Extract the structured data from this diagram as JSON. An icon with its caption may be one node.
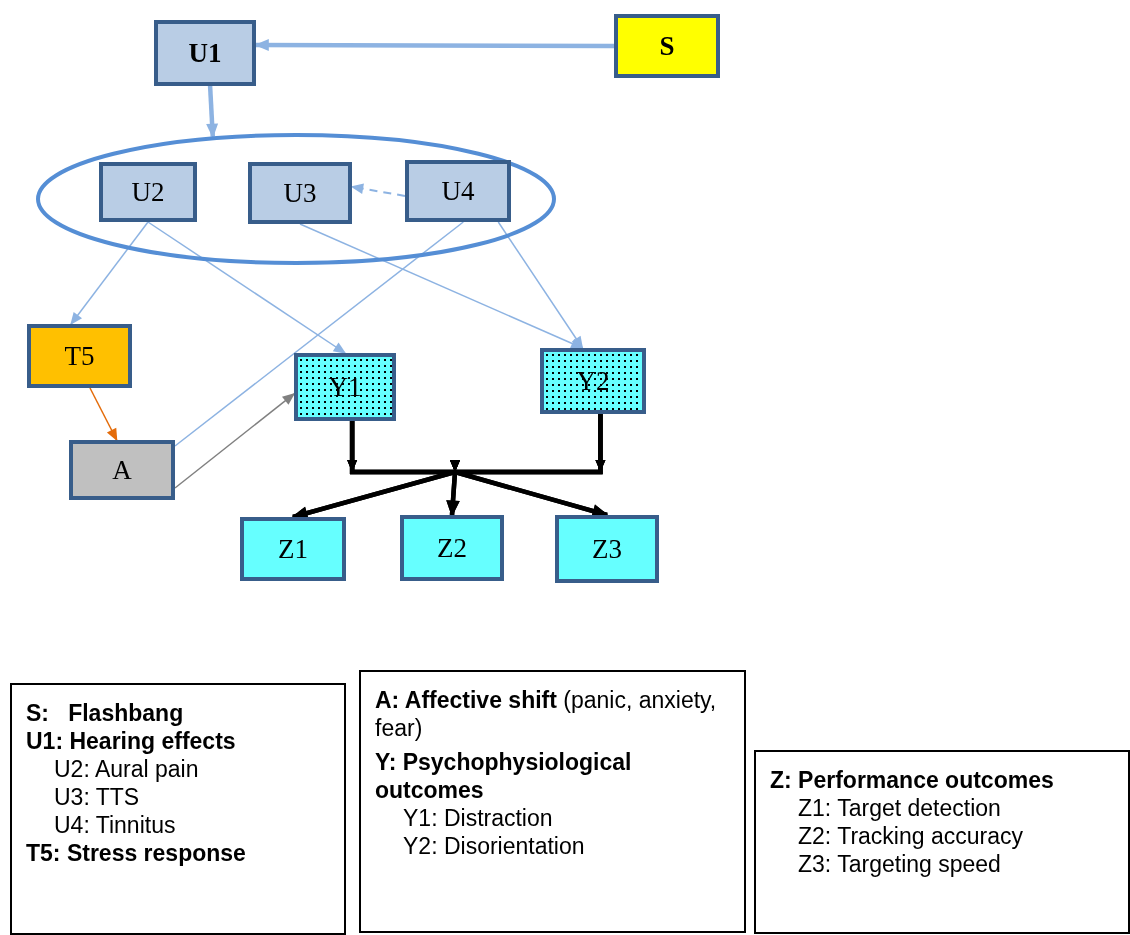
{
  "diagram": {
    "nodes": [
      {
        "text": [
          "S"
        ]
      },
      {
        "text": [
          "U1"
        ]
      },
      {
        "text": [],
        "shape": "ellipse"
      },
      {
        "text": [
          "U2"
        ],
        "in": 2
      },
      {
        "text": [
          "U3"
        ],
        "in": 2
      },
      {
        "text": [
          "U4"
        ],
        "in": 2
      },
      {
        "text": [
          "T5"
        ]
      },
      {
        "text": [
          "Y1"
        ]
      },
      {
        "text": [
          "Y2"
        ]
      },
      {
        "text": [
          "A"
        ]
      },
      {
        "text": [
          "Z1"
        ]
      },
      {
        "text": [
          "Z2"
        ]
      },
      {
        "text": [
          "Z3"
        ]
      },
      {
        "text": [
          "S:   Flashbang",
          "U1: Hearing effects",
          "U2: Aural pain",
          "U3: TTS",
          "U4: Tinnitus",
          "T5: Stress response"
        ]
      },
      {
        "text": [
          "**A: Affective shift** (panic, anxiety, fear)",
          "Y: Psychophysiological outcomes",
          "Y1: Distraction",
          "Y2: Disorientation"
        ]
      },
      {
        "text": [
          "Z: Performance outcomes",
          "Z1: Target detection",
          "Z2: Tracking accuracy",
          "Z3: Targeting speed"
        ]
      }
    ],
    "edges": [
      {
        "from": 0,
        "to": 1,
        "arrow": "to",
        "style": "thick"
      },
      {
        "from": 1,
        "to": 2,
        "arrow": "to",
        "style": "thick"
      },
      {
        "from": 5,
        "to": 4,
        "arrow": "to",
        "style": "dashed"
      },
      {
        "from": 3,
        "to": 6,
        "arrow": "to"
      },
      {
        "from": 3,
        "to": 7,
        "arrow": "to"
      },
      {
        "from": 4,
        "to": 8,
        "arrow": "to"
      },
      {
        "from": 5,
        "to": 8,
        "arrow": "to"
      },
      {
        "from": 9,
        "to": 5,
        "arrow": "none"
      },
      {
        "from": 6,
        "to": 9,
        "arrow": "to",
        "color": "#e46c0a"
      },
      {
        "from": 9,
        "to": 7,
        "arrow": "to",
        "color": "#808080"
      },
      {
        "from": 7,
        "to": 10,
        "arrow": "to",
        "style": "thick",
        "color": "#000000"
      },
      {
        "from": 7,
        "to": 11,
        "arrow": "to",
        "style": "thick",
        "color": "#000000"
      },
      {
        "from": 7,
        "to": 12,
        "arrow": "to",
        "style": "thick",
        "color": "#000000"
      },
      {
        "from": 8,
        "to": 10,
        "arrow": "to",
        "style": "thick",
        "color": "#000000"
      },
      {
        "from": 8,
        "to": 11,
        "arrow": "to",
        "style": "thick",
        "color": "#000000"
      },
      {
        "from": 8,
        "to": 12,
        "arrow": "to",
        "style": "thick",
        "color": "#000000"
      }
    ]
  }
}
